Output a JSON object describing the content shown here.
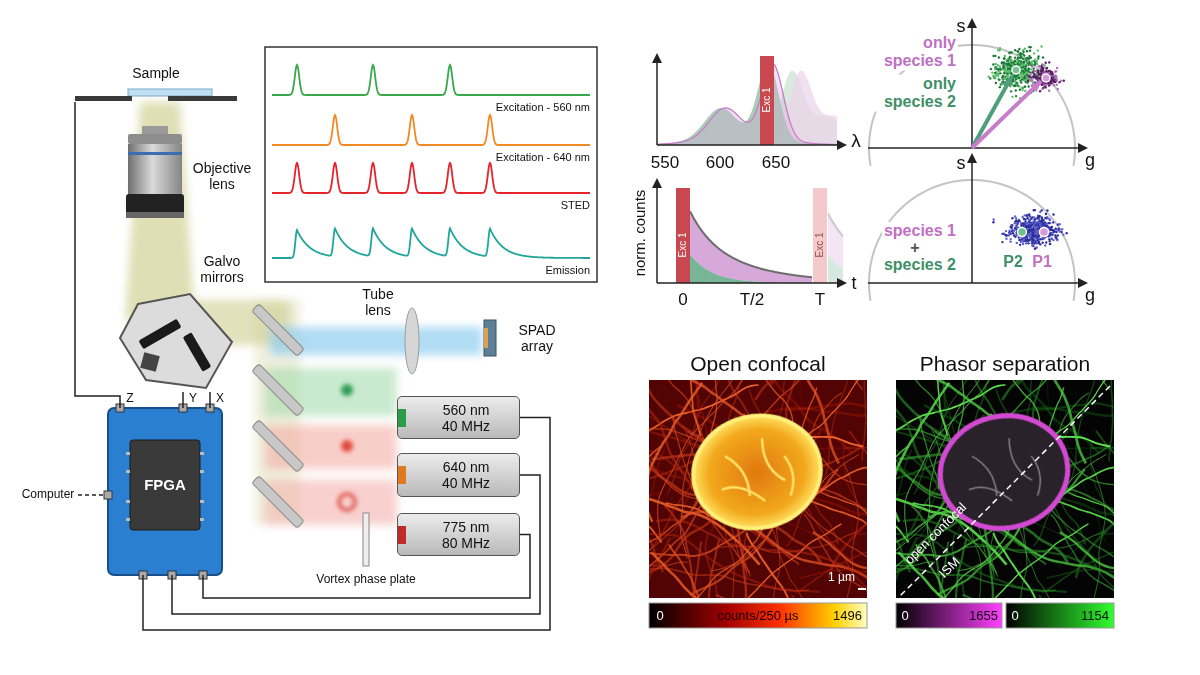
{
  "diagram": {
    "nodes": [
      {
        "text": [
          "Sample"
        ]
      },
      {
        "text": [
          "Galvo mirrors"
        ]
      },
      {
        "text": [
          "560 nm 40 MHz"
        ]
      },
      {
        "text": [
          "640 nm 40 MHz"
        ]
      },
      {
        "text": [
          "775 nm 80 MHz"
        ]
      },
      {
        "text": [
          "FPGA"
        ]
      }
    ],
    "edges": [
      {
        "from": 5,
        "to": 0,
        "arrow": "none"
      },
      {
        "from": 5,
        "to": 1,
        "arrow": "none"
      },
      {
        "from": 5,
        "to": 1,
        "arrow": "none"
      },
      {
        "from": 5,
        "to": 2,
        "arrow": "none"
      },
      {
        "from": 5,
        "to": 3,
        "arrow": "none"
      },
      {
        "from": 5,
        "to": 4,
        "arrow": "none"
      }
    ],
    "labels": [
      "Excitation - 560 nm",
      "Excitation - 640 nm",
      "STED",
      "Emission",
      "Objective lens",
      "Tube lens",
      "SPAD array",
      "Vortex phase plate",
      "Computer",
      "Z",
      "Y",
      "X",
      "Exc 1",
      "550",
      "600",
      "650",
      "λ",
      "only species 1",
      "only species 2",
      "s",
      "g",
      "norm. counts",
      "Exc 1",
      "Exc 1",
      "0",
      "T/2",
      "T",
      "t",
      "species 1",
      "+",
      "species 2",
      "s",
      "g",
      "P2",
      "P1",
      "Open confocal",
      "Phasor separation",
      "1 µm",
      "0",
      "counts/250 µs",
      "1496",
      "open confocal",
      "ISM",
      "0",
      "1655",
      "0",
      "1154"
    ]
  }
}
